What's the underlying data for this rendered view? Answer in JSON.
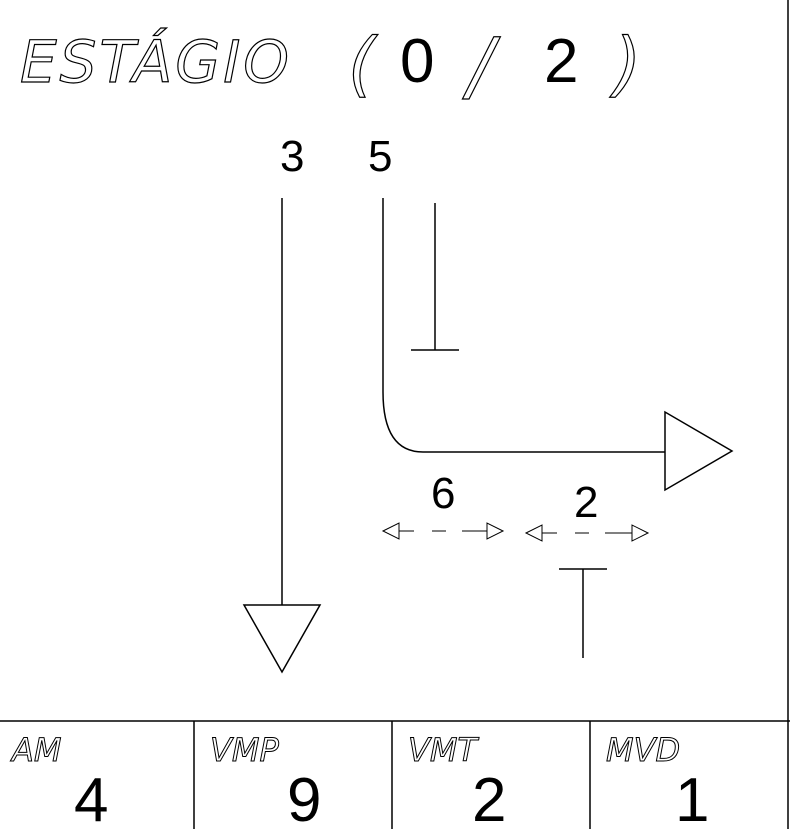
{
  "title": {
    "label": "ESTÁGIO",
    "open_paren": "(",
    "current": "0",
    "separator": "/",
    "total": "2",
    "close_paren": ")"
  },
  "lanes": {
    "left_count": "3",
    "right_count": "5",
    "horizontal_left_value": "6",
    "horizontal_right_value": "2"
  },
  "footer": {
    "cells": [
      {
        "label": "AM",
        "value": "4"
      },
      {
        "label": "VMP",
        "value": "9"
      },
      {
        "label": "VMT",
        "value": "2"
      },
      {
        "label": "MVD",
        "value": "1"
      }
    ]
  },
  "colors": {
    "ink": "#000000",
    "background": "#ffffff"
  }
}
